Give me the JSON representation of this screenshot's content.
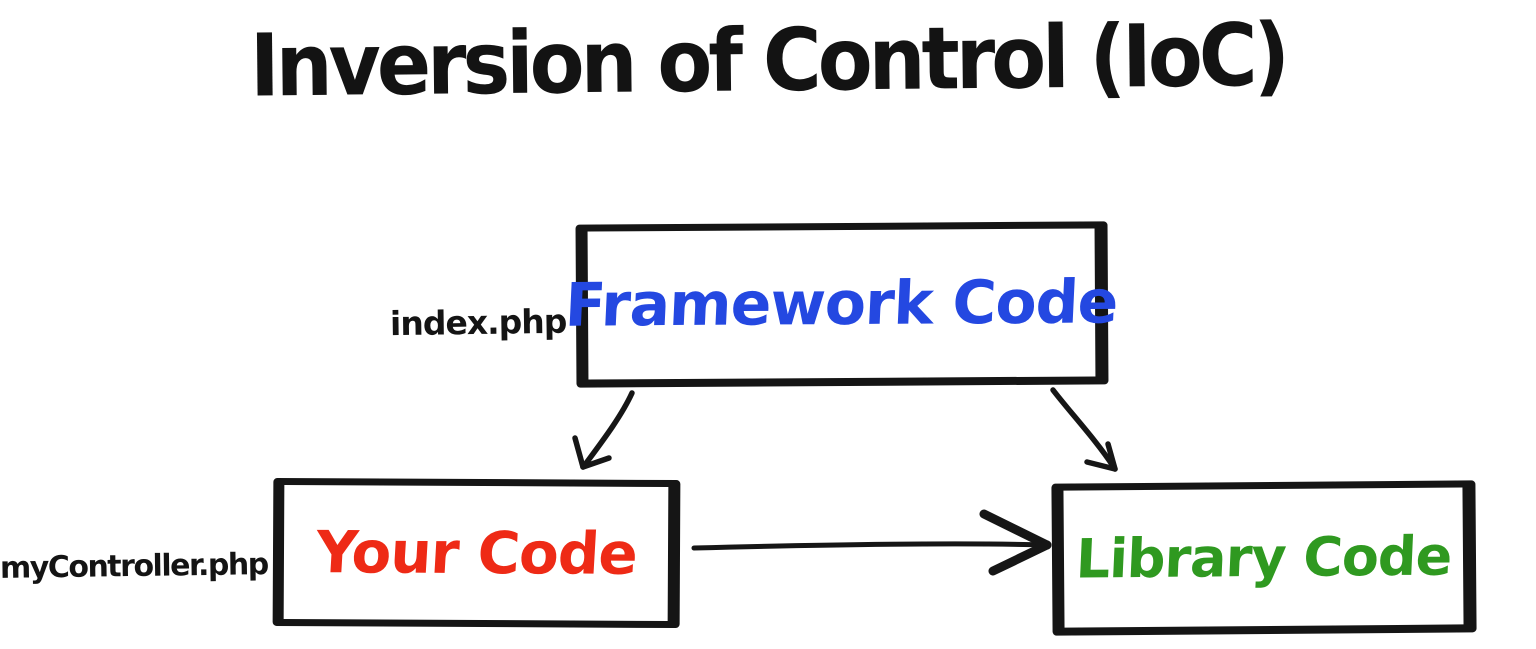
{
  "title": "Inversion of Control (IoC)",
  "ink_color": "#161616",
  "nodes": {
    "framework": {
      "label": "Framework Code",
      "color": "#2448e1",
      "file_label": "index.php"
    },
    "your": {
      "label": "Your Code",
      "color": "#ee2a16",
      "file_label": "myController.php"
    },
    "library": {
      "label": "Library Code",
      "color": "#2f9920"
    }
  },
  "edges": [
    {
      "name": "framework-to-your",
      "from": "Framework Code",
      "to": "Your Code"
    },
    {
      "name": "framework-to-library",
      "from": "Framework Code",
      "to": "Library Code"
    },
    {
      "name": "your-to-library",
      "from": "Your Code",
      "to": "Library Code"
    }
  ]
}
